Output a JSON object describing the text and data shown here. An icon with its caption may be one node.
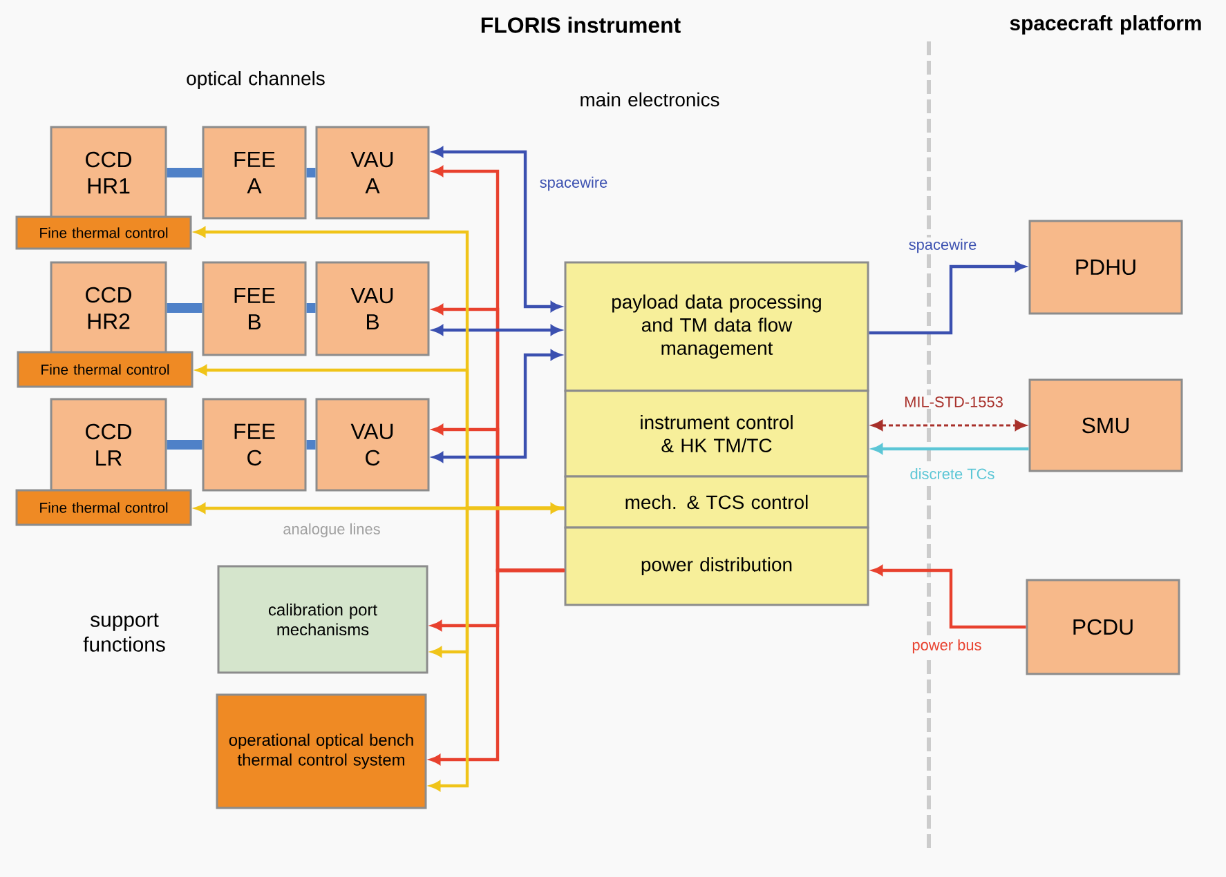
{
  "diagram": {
    "title": "FLORIS instrument",
    "nodes": [
      {
        "text": [
          "CCD HR1"
        ]
      },
      {
        "text": [
          "Fine thermal control"
        ]
      },
      {
        "text": [
          "FEE A"
        ]
      },
      {
        "text": [
          "VAU A"
        ]
      },
      {
        "text": [
          "CCD HR2"
        ]
      },
      {
        "text": [
          "Fine thermal control"
        ]
      },
      {
        "text": [
          "FEE B"
        ]
      },
      {
        "text": [
          "VAU B"
        ]
      },
      {
        "text": [
          "CCD LR"
        ]
      },
      {
        "text": [
          "Fine thermal control"
        ]
      },
      {
        "text": [
          "FEE C"
        ]
      },
      {
        "text": [
          "VAU C"
        ]
      },
      {
        "text": [
          "payload data processing and TM data flow management"
        ]
      },
      {
        "text": [
          "instrument control & HK TM/TC"
        ]
      },
      {
        "text": [
          "mech. & TCS control"
        ]
      },
      {
        "text": [
          "power distribution"
        ]
      },
      {
        "text": [
          "calibration port mechanisms"
        ]
      },
      {
        "text": [
          "operational optical bench thermal control system"
        ]
      },
      {
        "text": [
          "PDHU"
        ]
      },
      {
        "text": [
          "SMU"
        ]
      },
      {
        "text": [
          "PCDU"
        ]
      }
    ],
    "edges": [
      {
        "from": 0,
        "to": 2,
        "arrow": "none",
        "style": "thick",
        "color": "#4f81c8"
      },
      {
        "from": 2,
        "to": 3,
        "arrow": "none",
        "style": "thick",
        "color": "#4f81c8"
      },
      {
        "from": 4,
        "to": 6,
        "arrow": "none",
        "style": "thick",
        "color": "#4f81c8"
      },
      {
        "from": 6,
        "to": 7,
        "arrow": "none",
        "style": "thick",
        "color": "#4f81c8"
      },
      {
        "from": 8,
        "to": 10,
        "arrow": "none",
        "style": "thick",
        "color": "#4f81c8"
      },
      {
        "from": 10,
        "to": 11,
        "arrow": "none",
        "style": "thick",
        "color": "#4f81c8"
      },
      {
        "from": 12,
        "to": 3,
        "arrow": "both",
        "label": "spacewire",
        "color": "#3b50b0"
      },
      {
        "from": 12,
        "to": 7,
        "arrow": "both",
        "color": "#3b50b0"
      },
      {
        "from": 12,
        "to": 11,
        "arrow": "both",
        "color": "#3b50b0"
      },
      {
        "from": 15,
        "to": 3,
        "arrow": "to",
        "color": "#e8412e"
      },
      {
        "from": 15,
        "to": 7,
        "arrow": "to",
        "color": "#e8412e"
      },
      {
        "from": 15,
        "to": 11,
        "arrow": "to",
        "color": "#e8412e"
      },
      {
        "from": 15,
        "to": 16,
        "arrow": "to",
        "color": "#e8412e"
      },
      {
        "from": 15,
        "to": 17,
        "arrow": "to",
        "color": "#e8412e"
      },
      {
        "from": 14,
        "to": 1,
        "arrow": "to",
        "color": "#f0c419"
      },
      {
        "from": 14,
        "to": 5,
        "arrow": "to",
        "color": "#f0c419"
      },
      {
        "from": 14,
        "to": 9,
        "arrow": "both",
        "label": "analogue lines",
        "color": "#f0c419"
      },
      {
        "from": 14,
        "to": 16,
        "arrow": "to",
        "color": "#f0c419"
      },
      {
        "from": 14,
        "to": 17,
        "arrow": "to",
        "color": "#f0c419"
      },
      {
        "from": 12,
        "to": 18,
        "arrow": "to",
        "label": "spacewire",
        "color": "#3b50b0"
      },
      {
        "from": 13,
        "to": 19,
        "arrow": "both",
        "label": "MIL-STD-1553",
        "style": "dashed",
        "color": "#a8302a"
      },
      {
        "from": 19,
        "to": 13,
        "arrow": "to",
        "label": "discrete TCs",
        "color": "#5cc6d6"
      },
      {
        "from": 20,
        "to": 15,
        "arrow": "to",
        "label": "power bus",
        "color": "#e8412e"
      }
    ],
    "labels": [
      "spacecraft platform",
      "optical channels",
      "main electronics",
      "support functions"
    ]
  }
}
